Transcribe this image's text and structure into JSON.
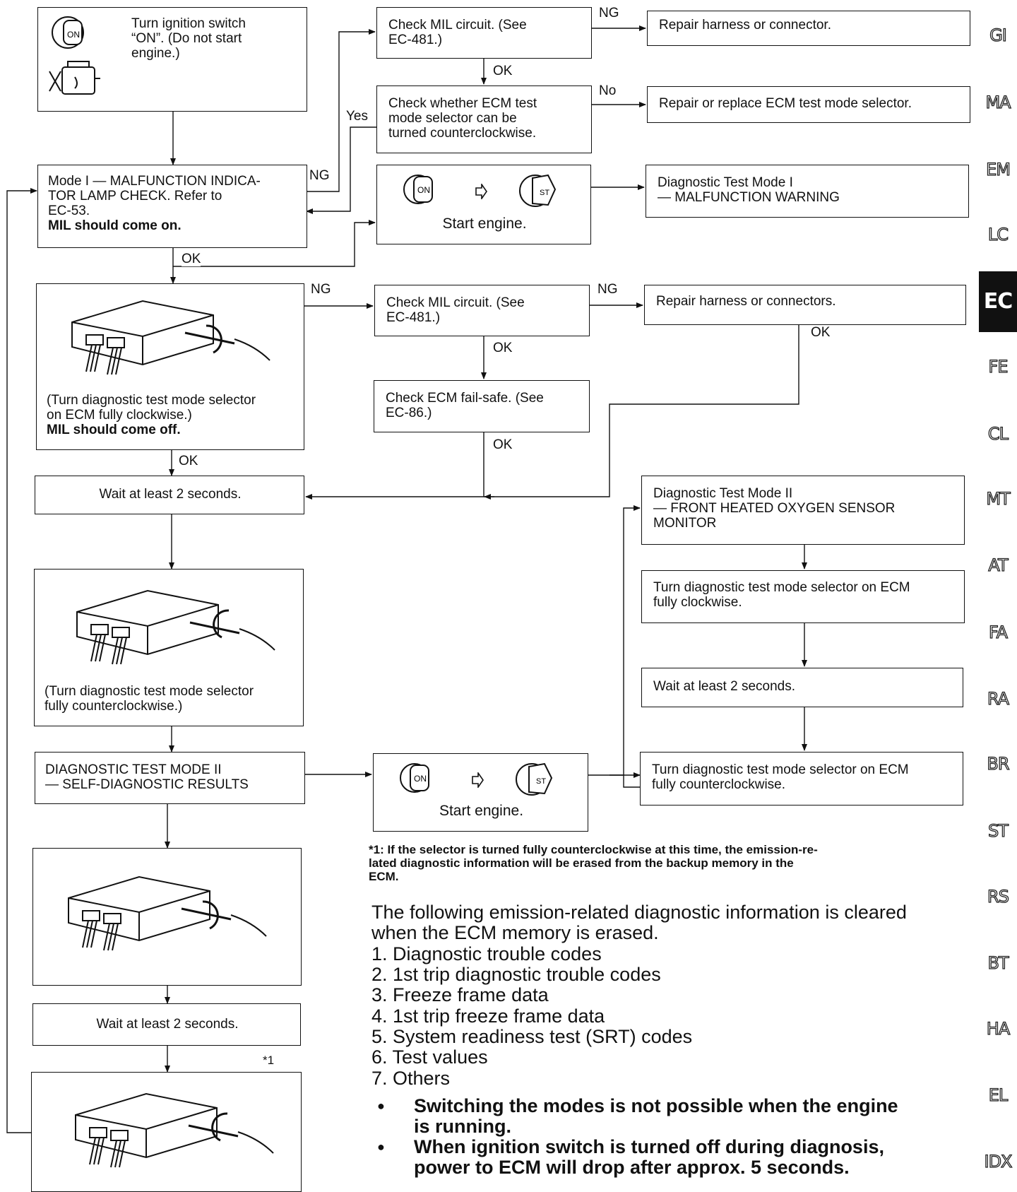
{
  "boxes": {
    "ignition_on": "Turn ignition switch\n“ON”. (Do not start\nengine.)",
    "check_mil_1": "Check MIL circuit. (See\nEC-481.)",
    "repair_harness_1": "Repair harness or connector.",
    "check_selector": "Check whether ECM test\nmode selector can be\nturned counterclockwise.",
    "repair_selector": "Repair or replace ECM test mode selector.",
    "mode1_line1": "Mode I — MALFUNCTION INDICA-\nTOR LAMP CHECK. Refer to\nEC-53.",
    "mode1_line2": "MIL should come on.",
    "start_engine_1": "Start engine.",
    "diag_mode1_warning": "Diagnostic Test Mode I\n— MALFUNCTION WARNING",
    "turn_cw_caption": "(Turn diagnostic test mode selector\non ECM fully clockwise.)",
    "mil_off": "MIL should come off.",
    "check_mil_2": "Check MIL circuit. (See\nEC-481.)",
    "repair_harness_2": "Repair harness or connectors.",
    "check_failsafe": "Check ECM fail-safe. (See\nEC-86.)",
    "wait_1": "Wait at least 2 seconds.",
    "diag_mode2_o2": "Diagnostic Test Mode II\n— FRONT HEATED OXYGEN SENSOR\n    MONITOR",
    "turn_cw_ecm": "Turn diagnostic test mode selector on ECM\nfully clockwise.",
    "turn_ccw_caption": "(Turn diagnostic test mode selector\nfully counterclockwise.)",
    "wait_2": "Wait at least 2 seconds.",
    "mode2_self": "DIAGNOSTIC TEST MODE II\n— SELF-DIAGNOSTIC RESULTS",
    "start_engine_2": "Start engine.",
    "turn_ccw_ecm": "Turn diagnostic test mode selector on ECM\nfully counterclockwise.",
    "wait_3": "Wait at least 2 seconds.",
    "footnote_mark": "*1"
  },
  "labels": {
    "ng": "NG",
    "ok": "OK",
    "yes": "Yes",
    "no": "No",
    "on": "ON",
    "st": "ST"
  },
  "footnote": "*1: If the selector is turned fully counterclockwise at this time, the emission-re-\n      lated diagnostic information will be erased from the backup memory in the\n      ECM.",
  "notes": {
    "intro": "The following emission-related diagnostic information is cleared\nwhen the ECM memory is erased.",
    "items": [
      "1. Diagnostic trouble codes",
      "2. 1st trip diagnostic trouble codes",
      "3. Freeze frame data",
      "4. 1st trip freeze frame data",
      "5. System readiness test (SRT) codes",
      "6. Test values",
      "7. Others"
    ],
    "bullets": [
      "Switching the modes is not possible when the engine\nis running.",
      "When ignition switch is turned off during diagnosis,\npower to ECM will drop after approx. 5 seconds."
    ]
  },
  "side_tabs": [
    "GI",
    "MA",
    "EM",
    "LC",
    "EC",
    "FE",
    "CL",
    "MT",
    "AT",
    "FA",
    "RA",
    "BR",
    "ST",
    "RS",
    "BT",
    "HA",
    "EL",
    "IDX"
  ],
  "active_tab": "EC"
}
